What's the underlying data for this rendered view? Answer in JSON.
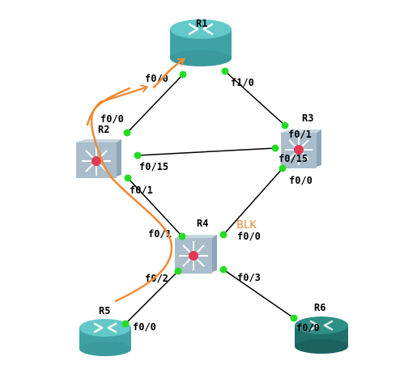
{
  "colors": {
    "link": "#000000",
    "port_dot": "#22dd22",
    "annotation": "#f08a35",
    "router_body": "#3fa3a5",
    "router_top": "#63c8c8",
    "router_dark_body": "#1f6e6a",
    "router_dark_top": "#2e8f87",
    "switch_body": "#9fb4c6",
    "switch_center": "#e23a55"
  },
  "devices": {
    "r1": {
      "name": "R1",
      "icon": "router-icon"
    },
    "r2": {
      "name": "R2",
      "icon": "multilayer-switch-icon"
    },
    "r3": {
      "name": "R3",
      "icon": "multilayer-switch-icon"
    },
    "r4": {
      "name": "R4",
      "icon": "multilayer-switch-icon"
    },
    "r5": {
      "name": "R5",
      "icon": "router-icon"
    },
    "r6": {
      "name": "R6",
      "icon": "router-icon"
    }
  },
  "ports": {
    "r1_f0_0": "f0/0",
    "r1_f1_0": "f1/0",
    "r2_f0_0": "f0/0",
    "r2_f0_15": "f0/15",
    "r2_f0_1": "f0/1",
    "r3_f0_1": "f0/1",
    "r3_f0_15": "f0/15",
    "r3_f0_0": "f0/0",
    "r4_f0_1": "f0/1",
    "r4_f0_0": "f0/0",
    "r4_f0_2": "f0/2",
    "r4_f0_3": "f0/3",
    "r5_f0_0": "f0/0",
    "r6_f0_0": "f0/0"
  },
  "annotation": {
    "blocked_label": "BLK"
  }
}
